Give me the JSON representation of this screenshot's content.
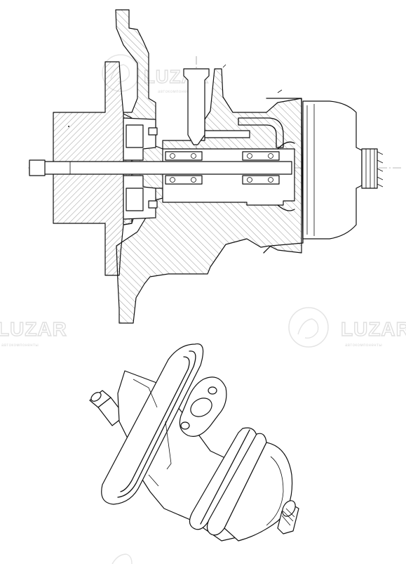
{
  "watermarks": [
    {
      "brand": "LUZAR",
      "subtitle": "автокомпоненты"
    },
    {
      "brand": "LUZAR",
      "subtitle": "автокомпоненты"
    },
    {
      "brand": "LUZAR",
      "subtitle": "автокомпоненты"
    }
  ],
  "figures": {
    "section_view": "turbocharger-cartridge-cross-section",
    "isometric_view": "turbocharger-cartridge-isometric"
  },
  "colors": {
    "line": "#111111",
    "watermark": "#dcdcdc",
    "background": "#ffffff"
  }
}
